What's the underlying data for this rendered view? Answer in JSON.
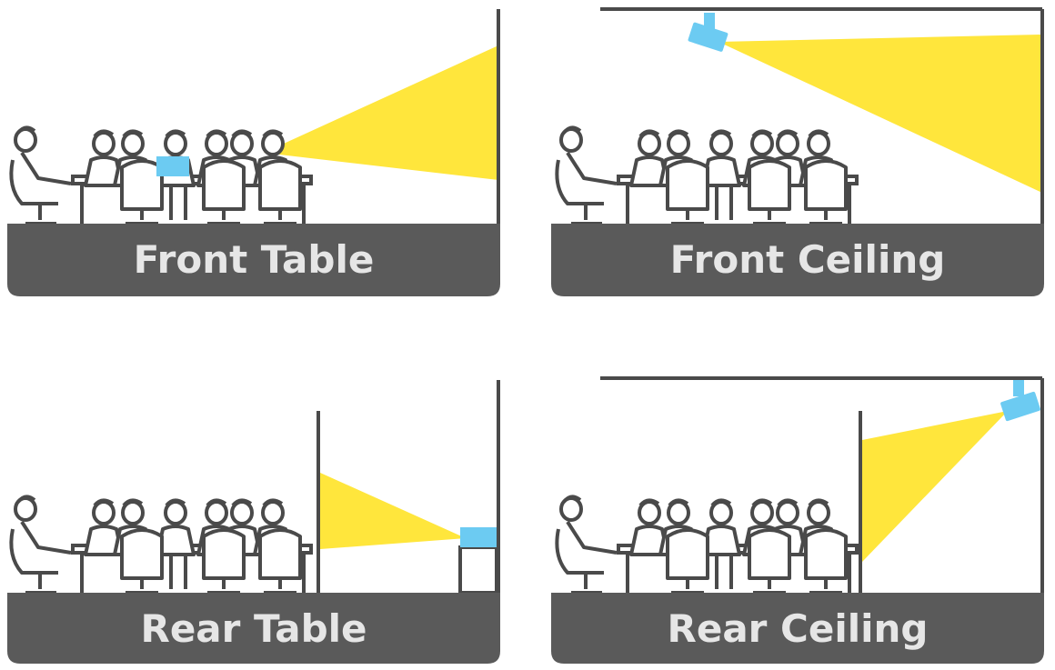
{
  "panels": [
    {
      "id": "front-table",
      "label": "Front Table"
    },
    {
      "id": "front-ceiling",
      "label": "Front Ceiling"
    },
    {
      "id": "rear-table",
      "label": "Rear Table"
    },
    {
      "id": "rear-ceiling",
      "label": "Rear Ceiling"
    }
  ],
  "colors": {
    "floor": "#5a5a5a",
    "line": "#4a4a4a",
    "beam": "#ffe63c",
    "projector": "#6ccbf2",
    "label_text": "#e6e6e6",
    "background": "#ffffff"
  },
  "icons": [
    "person-icon",
    "chair-icon",
    "table-icon",
    "projector-icon",
    "light-beam",
    "screen-wall"
  ]
}
